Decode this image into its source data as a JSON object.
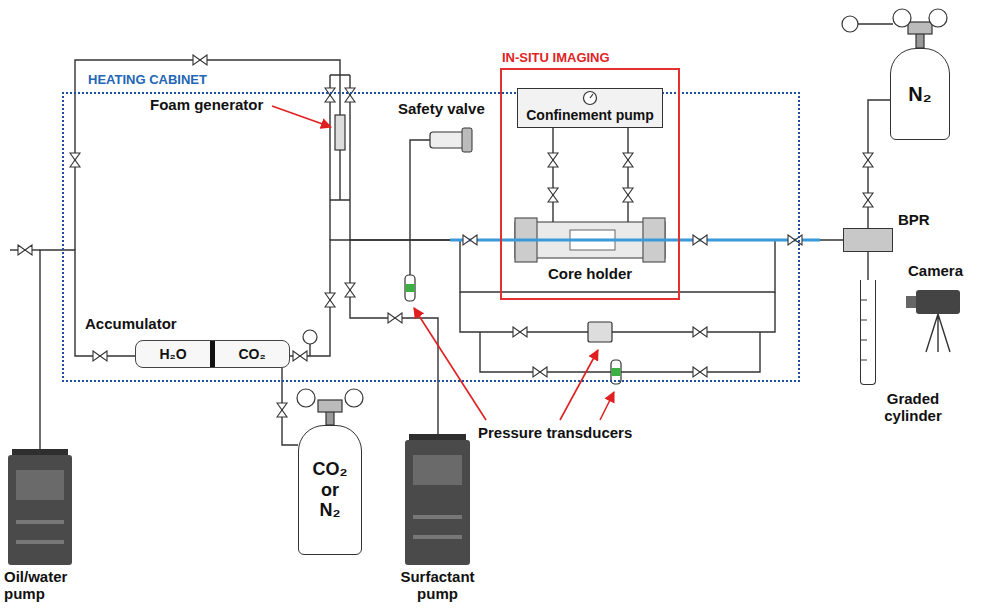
{
  "diagram": {
    "nodes": [
      {
        "text": [
          "HEATING CABINET"
        ]
      },
      {
        "text": [
          "IN-SITU IMAGING"
        ]
      },
      {
        "text": [
          "Confinement pump"
        ],
        "in": 1
      },
      {
        "text": [
          "Core holder"
        ],
        "in": 1
      },
      {
        "text": [
          "Accumulator",
          "H₂O",
          "CO₂"
        ],
        "in": 0
      },
      {
        "text": [
          "N₂"
        ]
      },
      {
        "text": [
          "BPR"
        ]
      },
      {
        "text": [
          "Graded cylinder"
        ]
      },
      {
        "text": [
          "Oil/water pump"
        ]
      },
      {
        "text": [
          "CO₂ or N₂"
        ]
      },
      {
        "text": [
          "Surfactant pump"
        ]
      }
    ],
    "edges": [
      {
        "from": 8,
        "to": 4,
        "arrow": "none"
      },
      {
        "from": 9,
        "to": 4,
        "arrow": "none"
      },
      {
        "from": 4,
        "to": 3,
        "arrow": "none"
      },
      {
        "from": 10,
        "to": 3,
        "arrow": "none"
      },
      {
        "from": 2,
        "to": 3,
        "arrow": "none"
      },
      {
        "from": 2,
        "to": 3,
        "arrow": "none"
      },
      {
        "from": 3,
        "to": 6,
        "arrow": "none"
      },
      {
        "from": 5,
        "to": 6,
        "arrow": "none"
      },
      {
        "from": 6,
        "to": 7,
        "arrow": "none"
      }
    ],
    "labels": [
      "Foam generator",
      "Safety valve",
      "Pressure transducers",
      "Camera"
    ]
  }
}
